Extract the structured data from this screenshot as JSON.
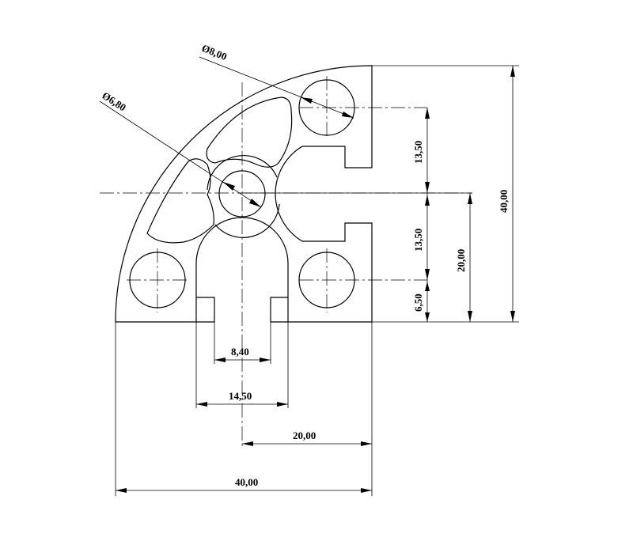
{
  "drawing": {
    "dimensions": {
      "dia_hole": "Ø8,00",
      "dia_center": "Ø6,80",
      "v_13_50_top": "13,50",
      "v_13_50_bottom": "13,50",
      "v_6_50": "6,50",
      "v_20_00": "20,00",
      "v_40_00": "40,00",
      "h_8_40": "8,40",
      "h_14_50": "14,50",
      "h_20_00": "20,00",
      "h_40_00": "40,00"
    }
  }
}
